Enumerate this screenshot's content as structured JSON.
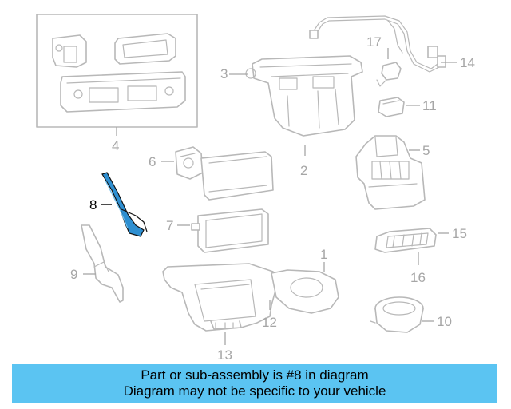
{
  "diagram": {
    "callouts": {
      "c1": "1",
      "c2": "2",
      "c3": "3",
      "c4": "4",
      "c5": "5",
      "c6": "6",
      "c7": "7",
      "c8": "8",
      "c9": "9",
      "c10": "10",
      "c11": "11",
      "c12": "12",
      "c13": "13",
      "c14": "14",
      "c15": "15",
      "c16": "16",
      "c17": "17"
    },
    "highlighted_part": "8",
    "colors": {
      "highlight": "#2e8fd1",
      "parts": "#b8b8b8",
      "banner": "#5bc4f2"
    }
  },
  "banner": {
    "line1": "Part or sub-assembly is #8 in diagram",
    "line2": "Diagram may not be specific to your vehicle"
  }
}
